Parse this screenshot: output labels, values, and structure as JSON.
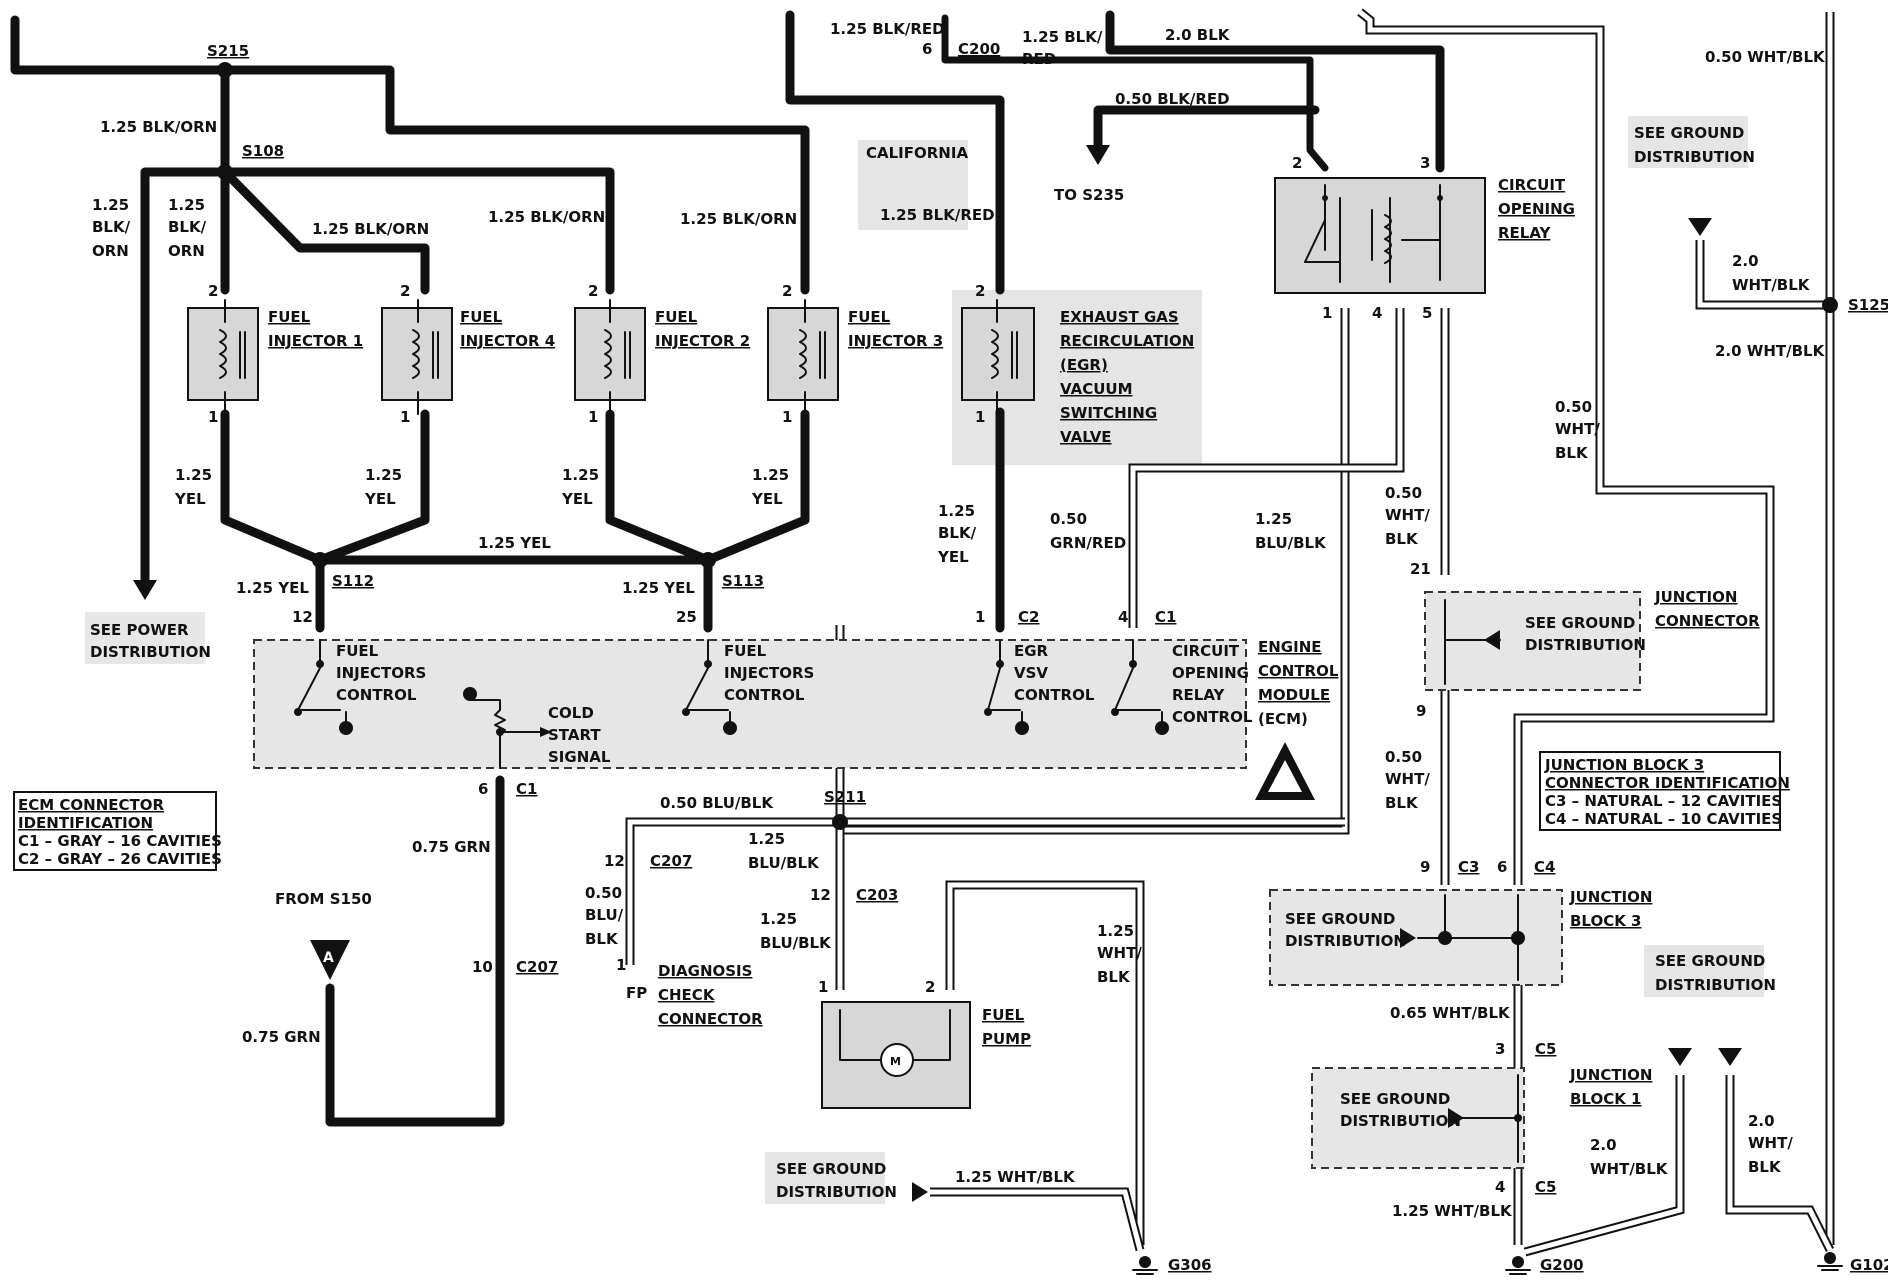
{
  "splices": {
    "s215": "S215",
    "s108": "S108",
    "s112": "S112",
    "s113": "S113",
    "s211": "S211",
    "s125": "S125"
  },
  "wires": {
    "blk_orn_125": "1.25 BLK/ORN",
    "blk_orn_stack": [
      "1.25",
      "BLK/",
      "ORN"
    ],
    "yel_stack": [
      "1.25",
      "YEL"
    ],
    "yel_125": "1.25 YEL",
    "blk_red_125": "1.25 BLK/RED",
    "blk_red_red_stack": [
      "1.25 BLK/",
      "RED"
    ],
    "blk_125": "2.0 BLK",
    "blk_red_050": "0.50 BLK/RED",
    "to_s235": "TO S235",
    "california": "CALIFORNIA",
    "blk_yel_stack": [
      "1.25",
      "BLK/",
      "YEL"
    ],
    "grn_red_stack": [
      "0.50",
      "GRN/RED"
    ],
    "blu_blk_stack_125": [
      "1.25",
      "BLU/BLK"
    ],
    "wht_blk_stack_050": [
      "0.50",
      "WHT/",
      "BLK"
    ],
    "wht_blk_050": "0.50 WHT/BLK",
    "wht_blk_20": "2.0 WHT/BLK",
    "wht_blk_stack_20": [
      "2.0",
      "WHT/BLK"
    ],
    "wht_blk_stack_20b": [
      "2.0",
      "WHT/",
      "BLK"
    ],
    "blu_blk_050": "0.50 BLU/BLK",
    "blu_blk_stack_050": [
      "0.50",
      "BLU/",
      "BLK"
    ],
    "grn_075": "0.75 GRN",
    "from_s150": "FROM S150",
    "wht_blk_065": "0.65 WHT/BLK",
    "wht_blk_125": "1.25 WHT/BLK",
    "wht_blk_stack_125": [
      "1.25",
      "WHT/",
      "BLK"
    ]
  },
  "components": {
    "inj1": [
      "FUEL",
      "INJECTOR 1"
    ],
    "inj4": [
      "FUEL",
      "INJECTOR 4"
    ],
    "inj2": [
      "FUEL",
      "INJECTOR 2"
    ],
    "inj3": [
      "FUEL",
      "INJECTOR 3"
    ],
    "egr": [
      "EXHAUST GAS",
      "RECIRCULATION",
      "(EGR)",
      "VACUUM",
      "SWITCHING",
      "VALVE"
    ],
    "relay": [
      "CIRCUIT",
      "OPENING",
      "RELAY"
    ],
    "ecm": [
      "ENGINE",
      "CONTROL",
      "MODULE",
      "(ECM)"
    ],
    "jconn": [
      "JUNCTION",
      "CONNECTOR"
    ],
    "jb3": [
      "JUNCTION",
      "BLOCK 3"
    ],
    "jb1": [
      "JUNCTION",
      "BLOCK 1"
    ],
    "fuelpump": [
      "FUEL",
      "PUMP"
    ],
    "dlc": [
      "DIAGNOSIS",
      "CHECK",
      "CONNECTOR"
    ],
    "fp": "FP"
  },
  "ecm_internal": {
    "fic1": [
      "FUEL",
      "INJECTORS",
      "CONTROL"
    ],
    "fic2": [
      "FUEL",
      "INJECTORS",
      "CONTROL"
    ],
    "egrvsv": [
      "EGR",
      "VSV",
      "CONTROL"
    ],
    "corc": [
      "CIRCUIT",
      "OPENING",
      "RELAY",
      "CONTROL"
    ],
    "cold": [
      "COLD",
      "START",
      "SIGNAL"
    ]
  },
  "ecm_conn_id": [
    "ECM CONNECTOR",
    "IDENTIFICATION",
    "C1 – GRAY – 16 CAVITIES",
    "C2 – GRAY – 26 CAVITIES"
  ],
  "jb3_conn_id": [
    "JUNCTION BLOCK 3",
    "CONNECTOR IDENTIFICATION",
    "C3 – NATURAL – 12 CAVITIES",
    "C4 – NATURAL – 10 CAVITIES"
  ],
  "see": {
    "power": [
      "SEE POWER",
      "DISTRIBUTION"
    ],
    "ground": [
      "SEE GROUND",
      "DISTRIBUTION"
    ]
  },
  "connectors": {
    "c200": "C200",
    "c207": "C207",
    "c203": "C203",
    "c2": "C2",
    "c1": "C1",
    "c3": "C3",
    "c4": "C4",
    "c5": "C5"
  },
  "grounds": {
    "g306": "G306",
    "g200": "G200",
    "g102": "G102"
  },
  "pins": {
    "p1": "1",
    "p2": "2",
    "p3": "3",
    "p4": "4",
    "p5": "5",
    "p6": "6",
    "p9": "9",
    "p10": "10",
    "p12": "12",
    "p21": "21",
    "p25": "25"
  },
  "marker_a": "A"
}
